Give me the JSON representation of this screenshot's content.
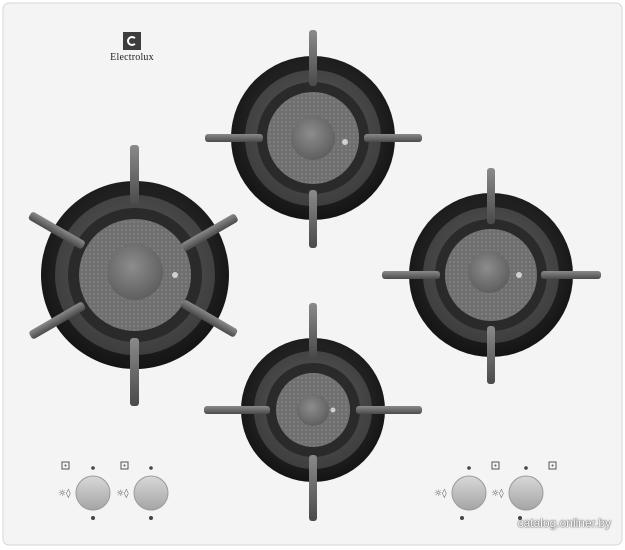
{
  "brand": {
    "name": "Electrolux",
    "logo_icon": "electrolux-logo-icon"
  },
  "appliance": {
    "type": "gas hob",
    "burner_count": 4,
    "knob_count": 4,
    "surface_color": "#f4f4f4",
    "grate_color": "#6e6e6e",
    "cap_color": "#7a7a7a"
  },
  "knob_icons": [
    "burner-indicator-icon",
    "flame-icon",
    "dot-icon"
  ],
  "watermark": "catalog.onliner.by"
}
